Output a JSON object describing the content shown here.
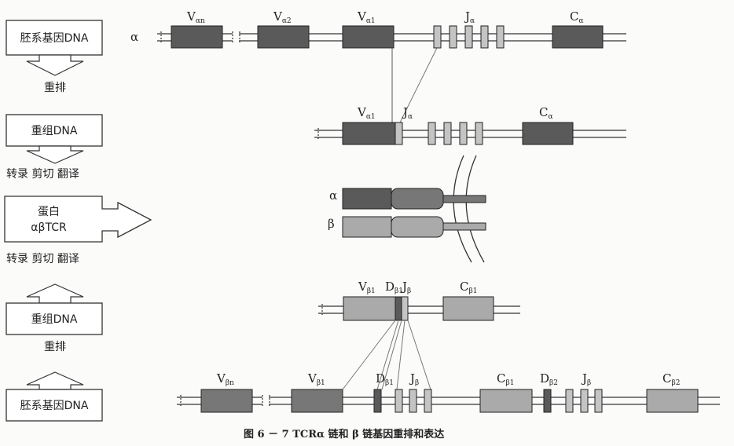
{
  "colors": {
    "dark_segment": "#5a5a5a",
    "light_segment": "#c4c4c4",
    "medium_segment": "#9a9a9a",
    "line": "#333333"
  },
  "left_steps": {
    "germline_top": "胚系基因DNA",
    "rearrange_top": "重排",
    "recombined_top": "重组DNA",
    "process_top": "转录 剪切  翻译",
    "protein_line1": "蛋白",
    "protein_line2": "αβTCR",
    "process_bottom": "转录 剪切  翻译",
    "recombined_bottom": "重组DNA",
    "rearrange_bottom": "重排",
    "germline_bottom": "胚系基因DNA"
  },
  "alpha": {
    "chain_label": "α",
    "germ_labels": {
      "van": "V",
      "van_sub": "αn",
      "va2": "V",
      "va2_sub": "α2",
      "va1": "V",
      "va1_sub": "α1",
      "ja": "J",
      "ja_sub": "α",
      "ca": "C",
      "ca_sub": "α"
    },
    "recomb_labels": {
      "va1": "V",
      "va1_sub": "α1",
      "ja": "J",
      "ja_sub": "α",
      "ca": "C",
      "ca_sub": "α"
    }
  },
  "protein": {
    "alpha_label": "α",
    "beta_label": "β"
  },
  "beta": {
    "recomb_labels": {
      "vb1": "V",
      "vb1_sub": "β1",
      "db1": "D",
      "db1_sub": "β1",
      "jb": "J",
      "jb_sub": "β",
      "cb1": "C",
      "cb1_sub": "β1"
    },
    "germ_labels": {
      "vbn": "V",
      "vbn_sub": "βn",
      "vb1": "V",
      "vb1_sub": "β1",
      "db1": "D",
      "db1_sub": "β1",
      "jb1": "J",
      "jb1_sub": "β",
      "cb1": "C",
      "cb1_sub": "β1",
      "db2": "D",
      "db2_sub": "β2",
      "jb2": "J",
      "jb2_sub": "β",
      "cb2": "C",
      "cb2_sub": "β2"
    }
  },
  "caption": "图 6 － 7    TCRα 链和 β 链基因重排和表达"
}
